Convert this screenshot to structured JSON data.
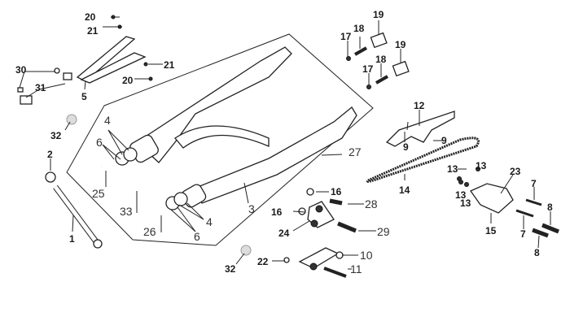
{
  "title": "Swingarm exploded parts diagram",
  "callouts": [
    "20",
    "21",
    "5",
    "21",
    "20",
    "30",
    "31",
    "32",
    "2",
    "1",
    "4",
    "6",
    "25",
    "33",
    "26",
    "4",
    "6",
    "3",
    "27",
    "16",
    "28",
    "16",
    "24",
    "29",
    "32",
    "22",
    "10",
    "11",
    "17",
    "18",
    "19",
    "17",
    "18",
    "19",
    "12",
    "9",
    "9",
    "14",
    "13",
    "13",
    "13",
    "13",
    "23",
    "15",
    "7",
    "8",
    "7",
    "8"
  ],
  "colors": {
    "line": "#222222",
    "background": "#ffffff"
  }
}
